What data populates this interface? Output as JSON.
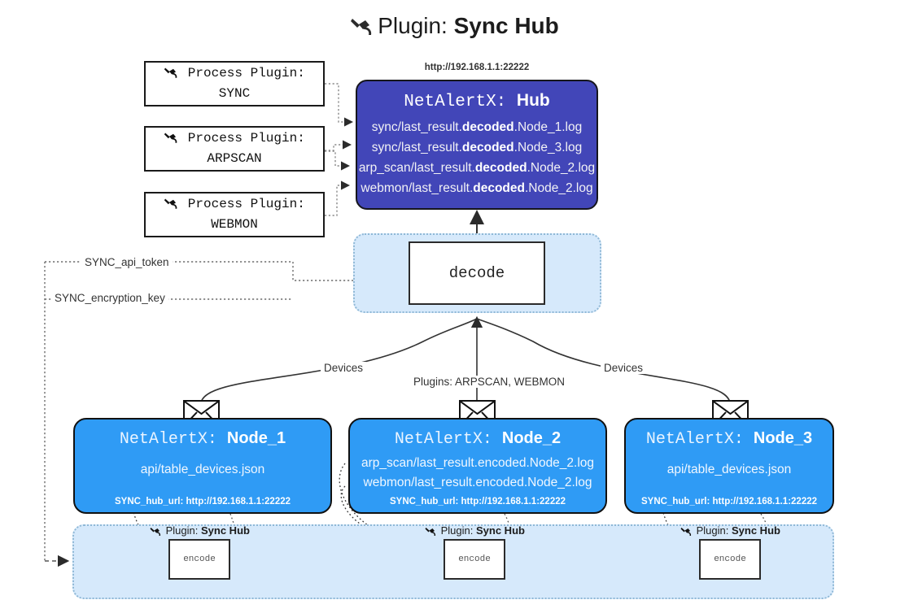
{
  "title": {
    "icon": "plug-icon",
    "prefix": "Plugin:",
    "name": "Sync Hub"
  },
  "process_plugins": [
    {
      "label": "Process Plugin:",
      "name": "SYNC"
    },
    {
      "label": "Process Plugin:",
      "name": "ARPSCAN"
    },
    {
      "label": "Process Plugin:",
      "name": "WEBMON"
    }
  ],
  "hub": {
    "url": "http://192.168.1.1:22222",
    "product": "NetAlertX:",
    "name": "Hub",
    "logs": [
      {
        "pre": "sync/last_result.",
        "em": "decoded",
        "post": ".Node_1.log"
      },
      {
        "pre": "sync/last_result.",
        "em": "decoded",
        "post": ".Node_3.log"
      },
      {
        "pre": "arp_scan/last_result.",
        "em": "decoded",
        "post": ".Node_2.log"
      },
      {
        "pre": "webmon/last_result.",
        "em": "decoded",
        "post": ".Node_2.log"
      }
    ]
  },
  "decode": {
    "label": "decode"
  },
  "settings": [
    {
      "key": "SYNC_api_token"
    },
    {
      "key": "SYNC_encryption_key"
    }
  ],
  "edge_labels": {
    "devices_left": "Devices",
    "devices_right": "Devices",
    "plugins_center": "Plugins: ARPSCAN, WEBMON"
  },
  "nodes": [
    {
      "product": "NetAlertX:",
      "name": "Node_1",
      "lines": [
        "api/table_devices.json"
      ],
      "footer": "SYNC_hub_url: http://192.168.1.1:22222"
    },
    {
      "product": "NetAlertX:",
      "name": "Node_2",
      "lines": [
        "arp_scan/last_result.encoded.Node_2.log",
        "webmon/last_result.encoded.Node_2.log"
      ],
      "footer": "SYNC_hub_url: http://192.168.1.1:22222"
    },
    {
      "product": "NetAlertX:",
      "name": "Node_3",
      "lines": [
        "api/table_devices.json"
      ],
      "footer": "SYNC_hub_url: http://192.168.1.1:22222"
    }
  ],
  "encoders": [
    {
      "prefix": "Plugin:",
      "name": "Sync Hub",
      "label": "encode"
    },
    {
      "prefix": "Plugin:",
      "name": "Sync Hub",
      "label": "encode"
    },
    {
      "prefix": "Plugin:",
      "name": "Sync Hub",
      "label": "encode"
    }
  ],
  "colors": {
    "hub_fill": "#4246b8",
    "node_fill": "#2f9bf5",
    "container_fill": "#d6e9fb",
    "container_border": "#8fb8d6",
    "stroke": "#333333"
  }
}
